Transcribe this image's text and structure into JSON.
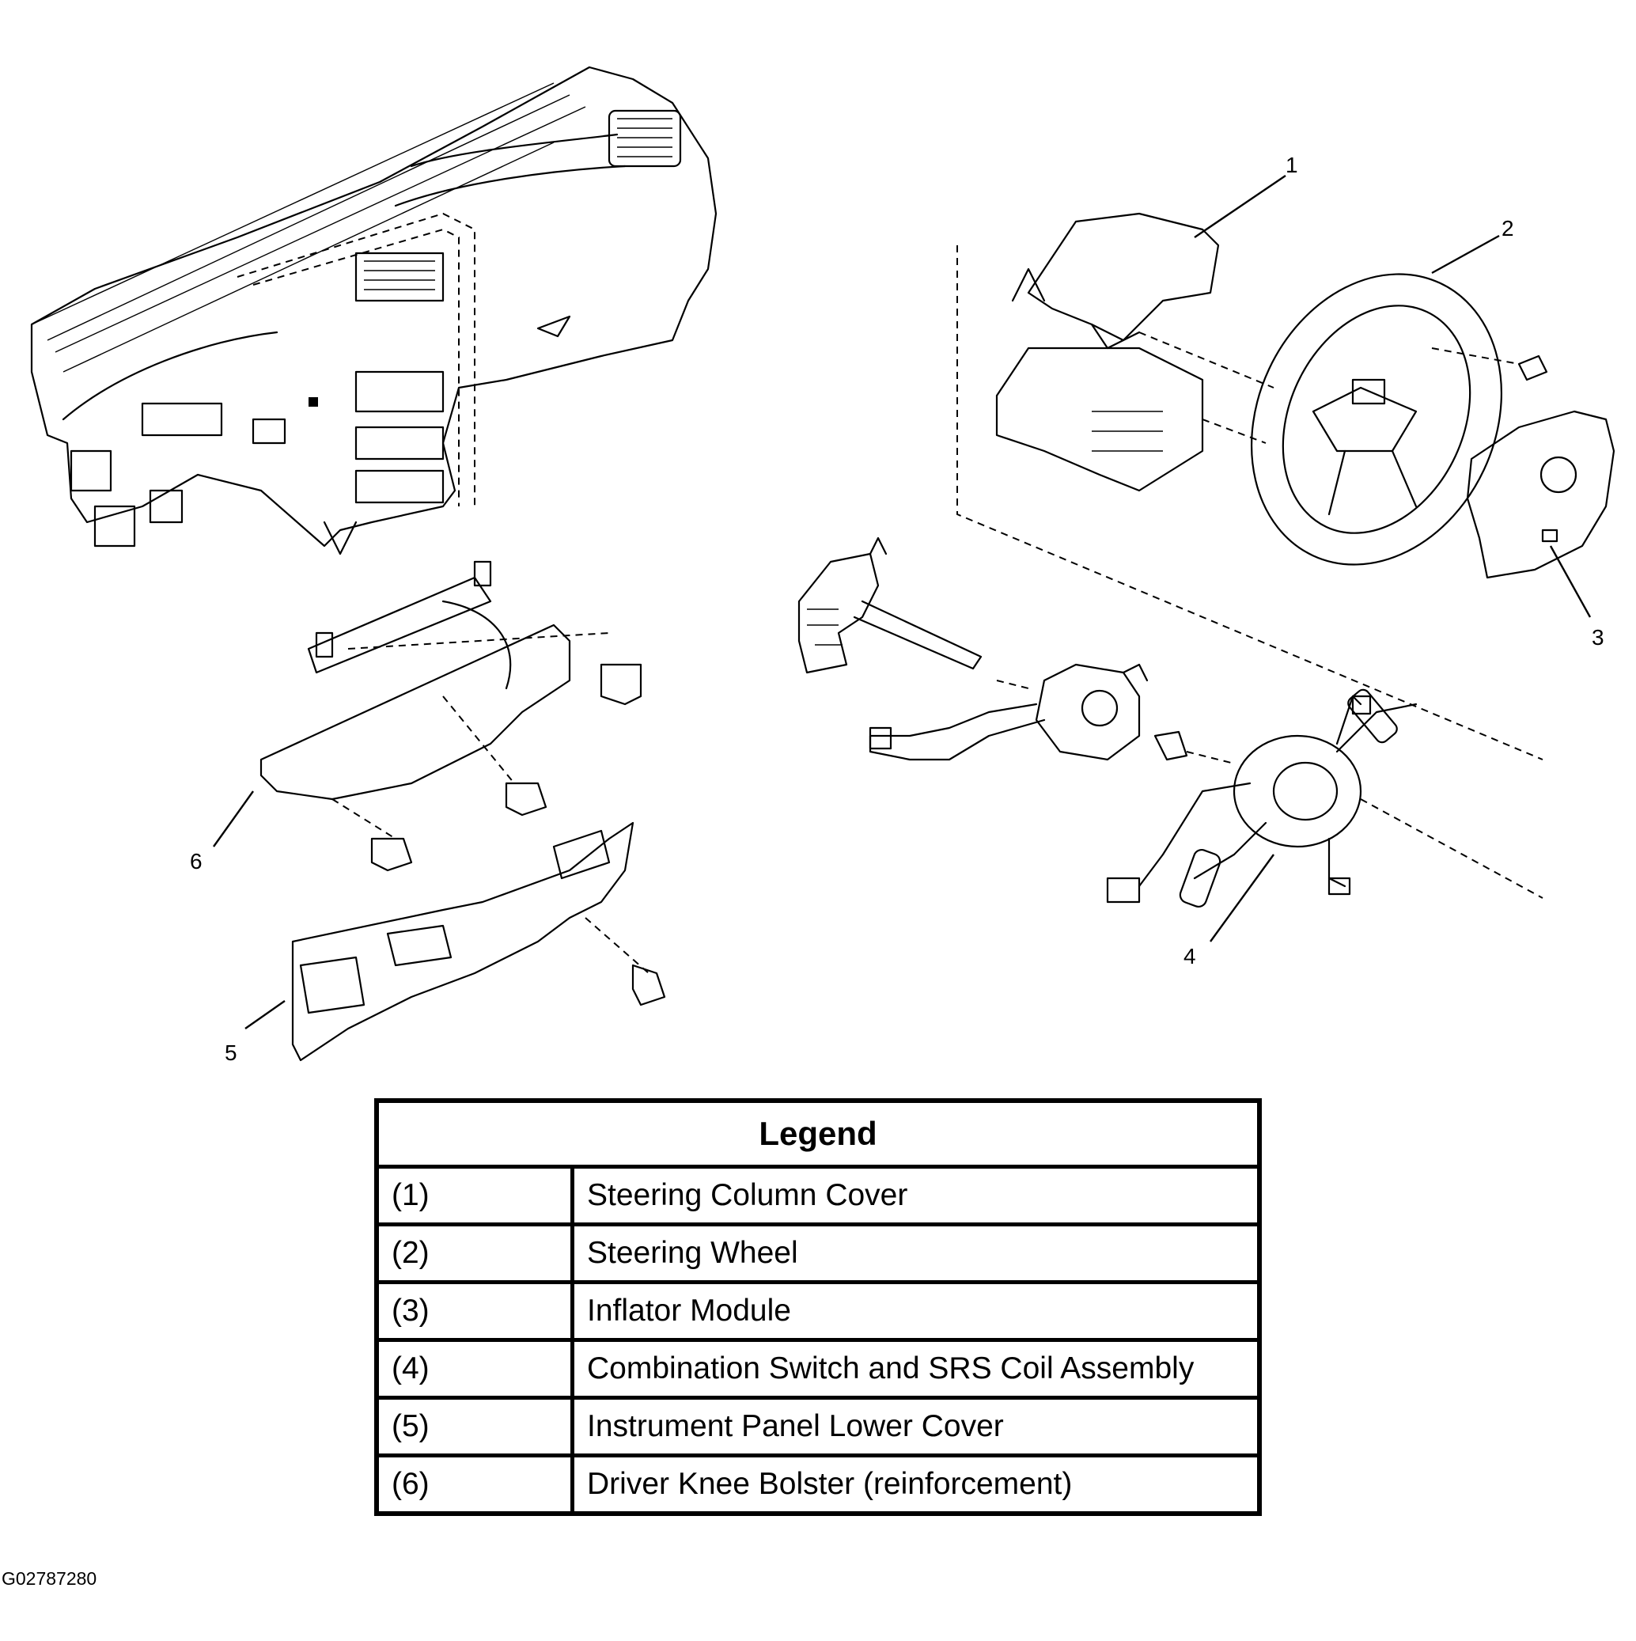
{
  "callouts": [
    "1",
    "2",
    "3",
    "4",
    "5",
    "6"
  ],
  "legend": {
    "title": "Legend",
    "rows": [
      {
        "num": "(1)",
        "desc": "Steering Column Cover"
      },
      {
        "num": "(2)",
        "desc": "Steering Wheel"
      },
      {
        "num": "(3)",
        "desc": "Inflator Module"
      },
      {
        "num": "(4)",
        "desc": "Combination Switch and SRS Coil Assembly"
      },
      {
        "num": "(5)",
        "desc": "Instrument Panel Lower Cover"
      },
      {
        "num": "(6)",
        "desc": "Driver Knee Bolster (reinforcement)"
      }
    ]
  },
  "figure_id": "G02787280"
}
